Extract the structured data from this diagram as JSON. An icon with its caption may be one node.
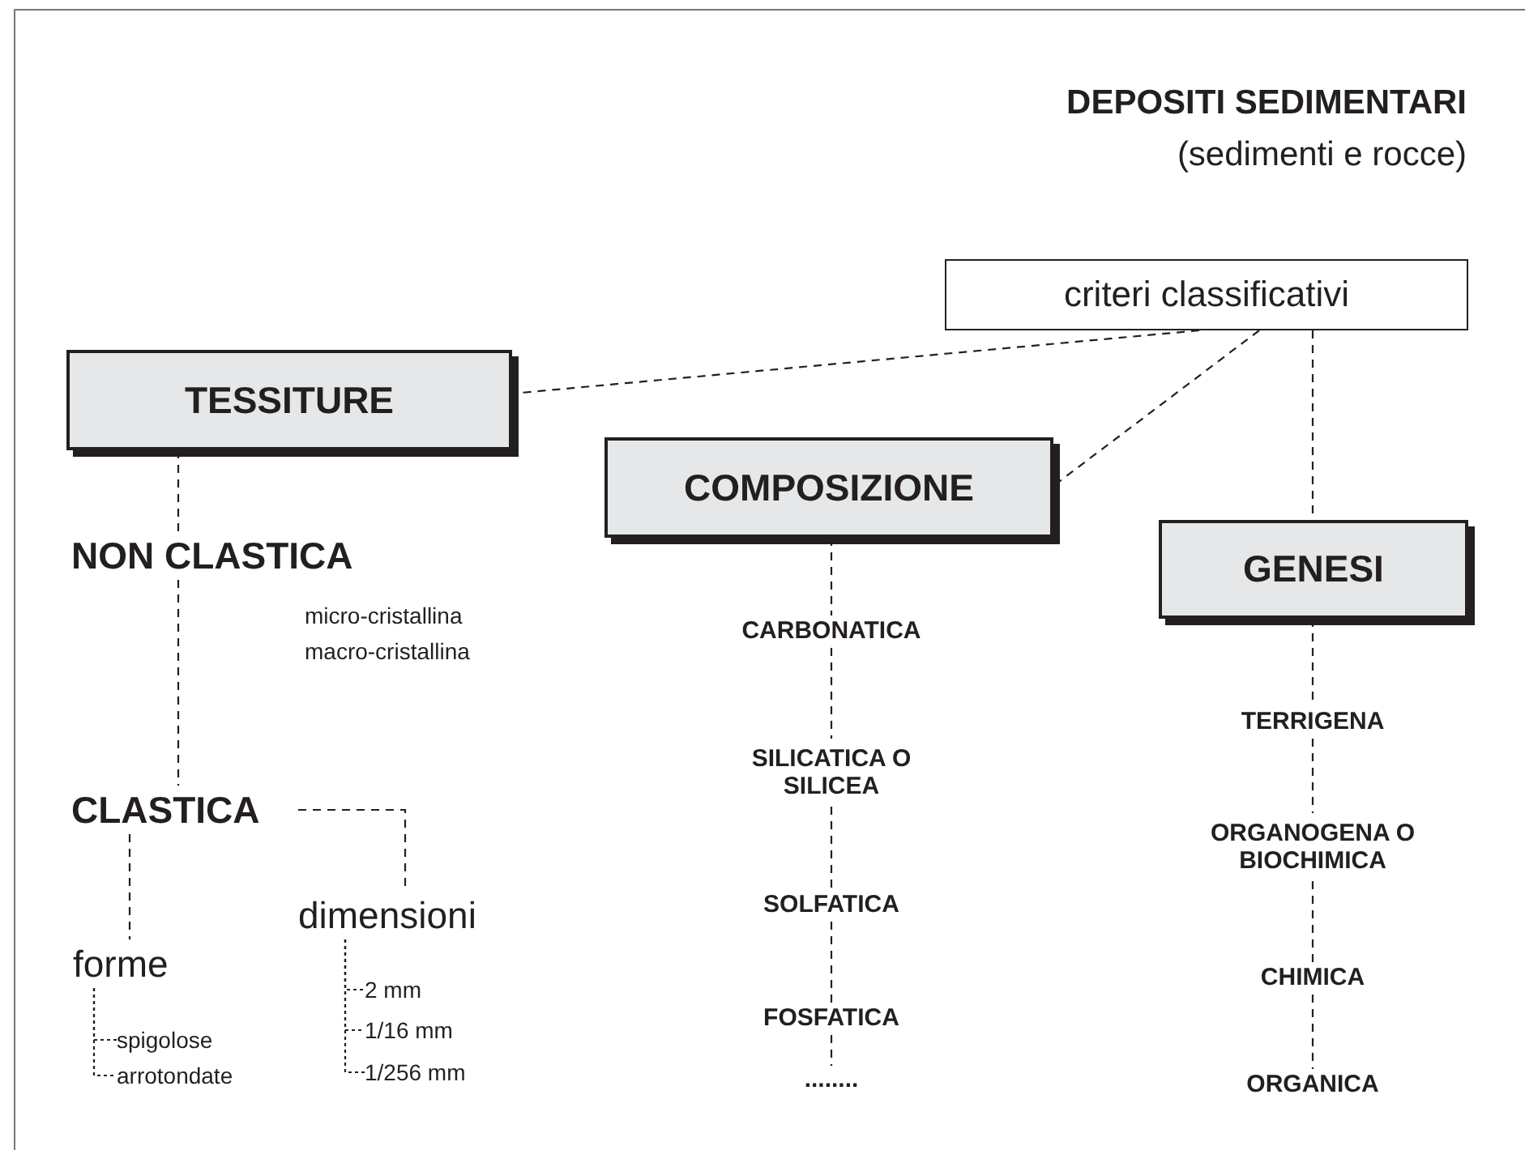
{
  "diagram": {
    "title": "DEPOSITI SEDIMENTARI",
    "nodes": [
      {
        "text": [
          "criteri classificativi"
        ]
      },
      {
        "text": [
          "TESSITURE"
        ]
      },
      {
        "text": [
          "COMPOSIZIONE"
        ]
      },
      {
        "text": [
          "GENESI"
        ]
      },
      {
        "text": [
          "NON CLASTICA"
        ],
        "beside": [
          "micro-cristallina",
          "macro-cristallina"
        ]
      },
      {
        "text": [
          "CLASTICA"
        ]
      },
      {
        "text": [
          "forme"
        ]
      },
      {
        "text": [
          "spigolose"
        ]
      },
      {
        "text": [
          "arrotondate"
        ]
      },
      {
        "text": [
          "dimensioni"
        ]
      },
      {
        "text": [
          "2 mm"
        ]
      },
      {
        "text": [
          "1/16 mm"
        ]
      },
      {
        "text": [
          "1/256 mm"
        ]
      },
      {
        "text": [
          "CARBONATICA"
        ]
      },
      {
        "text": [
          "SILICATICA O SILICEA"
        ]
      },
      {
        "text": [
          "SOLFATICA"
        ]
      },
      {
        "text": [
          "FOSFATICA"
        ]
      },
      {
        "text": [
          "........"
        ]
      },
      {
        "text": [
          "TERRIGENA"
        ]
      },
      {
        "text": [
          "ORGANOGENA O BIOCHIMICA"
        ]
      },
      {
        "text": [
          "CHIMICA"
        ]
      },
      {
        "text": [
          "ORGANICA"
        ]
      }
    ],
    "edges": [
      {
        "from": 0,
        "to": 1,
        "arrow": "none",
        "style": "dashed"
      },
      {
        "from": 0,
        "to": 2,
        "arrow": "none",
        "style": "dashed"
      },
      {
        "from": 0,
        "to": 3,
        "arrow": "none",
        "style": "dashed"
      },
      {
        "from": 1,
        "to": 4,
        "arrow": "none",
        "style": "dashed"
      },
      {
        "from": 4,
        "to": 5,
        "arrow": "none",
        "style": "dashed"
      },
      {
        "from": 5,
        "to": 6,
        "arrow": "none",
        "style": "dashed"
      },
      {
        "from": 5,
        "to": 9,
        "arrow": "none",
        "style": "dashed"
      },
      {
        "from": 6,
        "to": 7,
        "arrow": "none",
        "style": "dashed"
      },
      {
        "from": 6,
        "to": 8,
        "arrow": "none",
        "style": "dashed"
      },
      {
        "from": 9,
        "to": 10,
        "arrow": "none",
        "style": "dashed"
      },
      {
        "from": 9,
        "to": 11,
        "arrow": "none",
        "style": "dashed"
      },
      {
        "from": 9,
        "to": 12,
        "arrow": "none",
        "style": "dashed"
      },
      {
        "from": 2,
        "to": 13,
        "arrow": "none",
        "style": "dashed"
      },
      {
        "from": 13,
        "to": 14,
        "arrow": "none",
        "style": "dashed"
      },
      {
        "from": 14,
        "to": 15,
        "arrow": "none",
        "style": "dashed"
      },
      {
        "from": 15,
        "to": 16,
        "arrow": "none",
        "style": "dashed"
      },
      {
        "from": 16,
        "to": 17,
        "arrow": "none",
        "style": "dashed"
      },
      {
        "from": 3,
        "to": 18,
        "arrow": "none",
        "style": "dashed"
      },
      {
        "from": 18,
        "to": 19,
        "arrow": "none",
        "style": "dashed"
      },
      {
        "from": 19,
        "to": 20,
        "arrow": "none",
        "style": "dashed"
      },
      {
        "from": 20,
        "to": 21,
        "arrow": "none",
        "style": "dashed"
      }
    ],
    "labels": [
      "(sedimenti e rocce)"
    ]
  }
}
